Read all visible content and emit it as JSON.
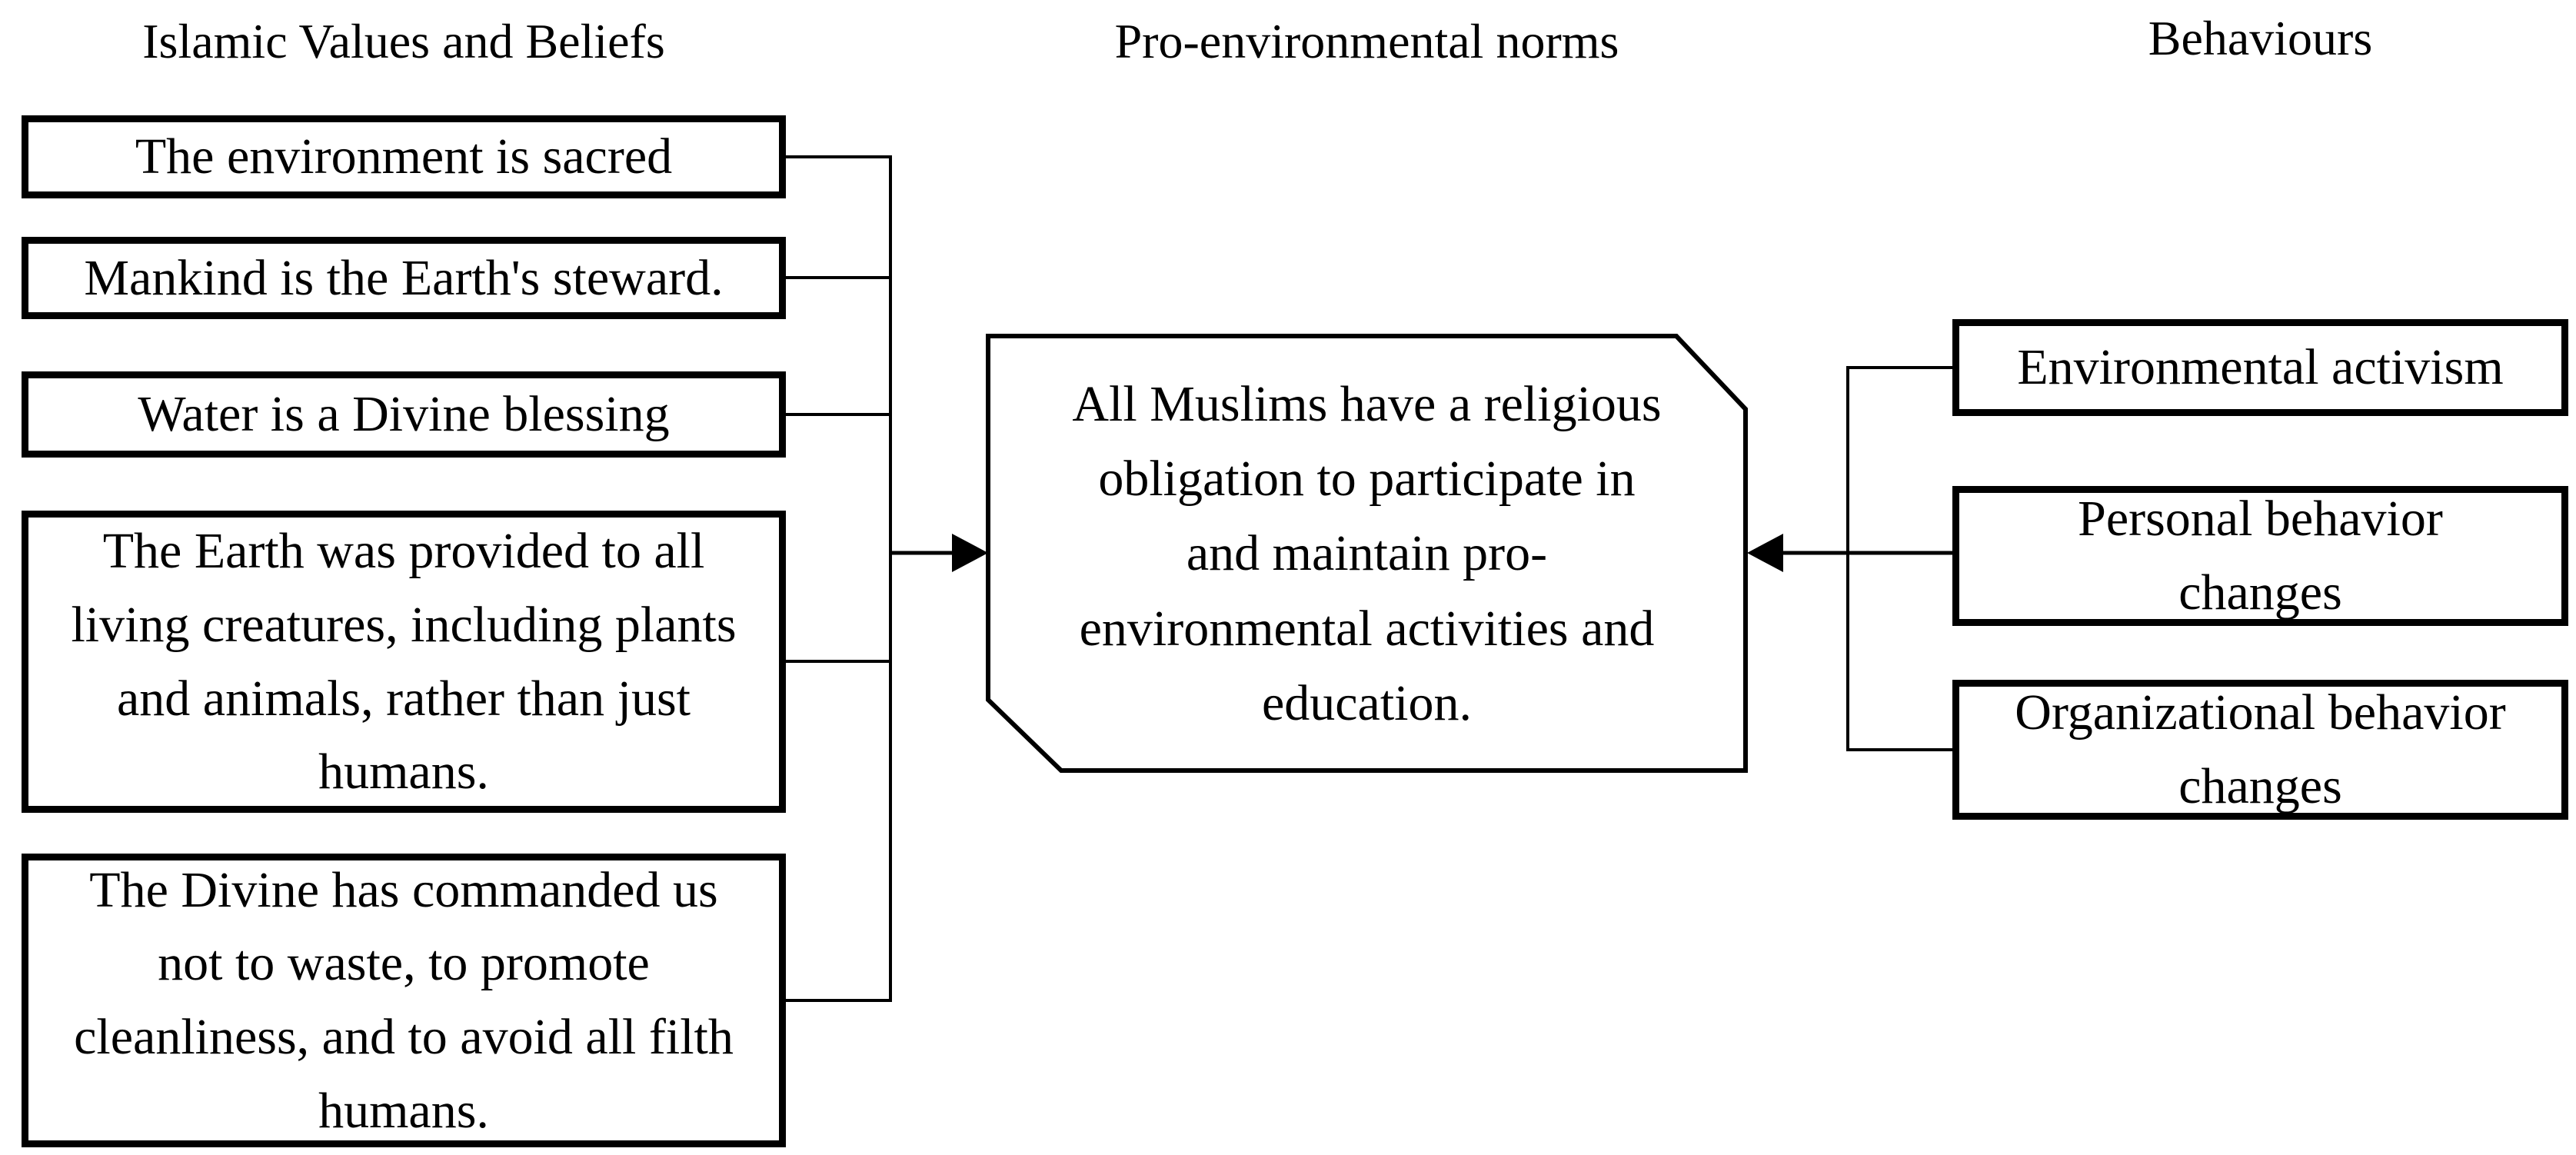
{
  "colors": {
    "background": "#ffffff",
    "stroke": "#000000",
    "text": "#000000"
  },
  "columns": {
    "left": {
      "header": "Islamic Values and Beliefs",
      "boxes": [
        "The environment is sacred",
        "Mankind is the Earth's steward.",
        "Water is a Divine blessing",
        "The Earth was provided to all\nliving creatures, including plants\nand animals, rather than just\nhumans.",
        "The Divine has commanded us\nnot to waste, to promote\ncleanliness, and to avoid all filth\nhumans."
      ]
    },
    "center": {
      "header": "Pro-environmental norms",
      "box": "All Muslims have a religious\nobligation to participate in\nand maintain pro-\nenvironmental activities and\neducation."
    },
    "right": {
      "header": "Behaviours",
      "boxes": [
        "Environmental activism",
        "Personal behavior\nchanges",
        "Organizational behavior\nchanges"
      ]
    }
  }
}
